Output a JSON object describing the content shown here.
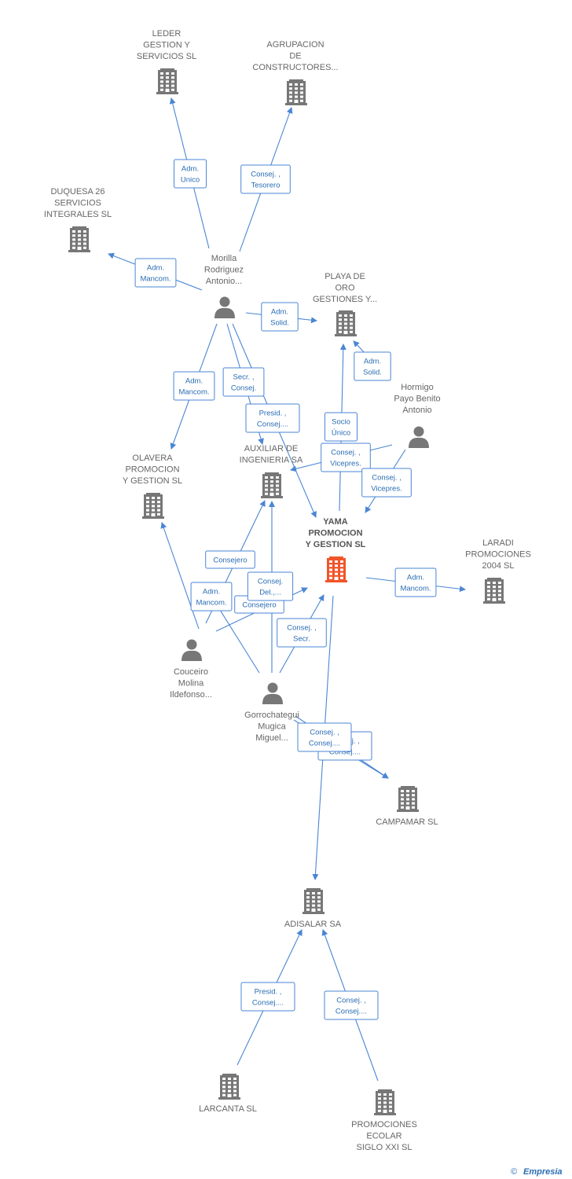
{
  "colors": {
    "edge": "#4a86d4",
    "node": "#777777",
    "focus": "#f0552a",
    "label_text": "#666666",
    "edge_label_text": "#2a6db3",
    "edge_label_border": "#4a86d4"
  },
  "nodes": [
    {
      "id": "leder",
      "kind": "company",
      "lines": [
        "LEDER",
        "GESTION Y",
        "SERVICIOS SL"
      ]
    },
    {
      "id": "agrupacion",
      "kind": "company",
      "lines": [
        "AGRUPACION",
        "DE",
        "CONSTRUCTORES..."
      ]
    },
    {
      "id": "duquesa",
      "kind": "company",
      "lines": [
        "DUQUESA 26",
        "SERVICIOS",
        "INTEGRALES SL"
      ]
    },
    {
      "id": "morilla",
      "kind": "person",
      "lines": [
        "Morilla",
        "Rodriguez",
        "Antonio..."
      ]
    },
    {
      "id": "playa",
      "kind": "company",
      "lines": [
        "PLAYA DE",
        "ORO",
        "GESTIONES Y..."
      ]
    },
    {
      "id": "hormigo",
      "kind": "person",
      "lines": [
        "Hormigo",
        "Payo Benito",
        "Antonio"
      ]
    },
    {
      "id": "olavera",
      "kind": "company",
      "lines": [
        "OLAVERA",
        "PROMOCION",
        "Y GESTION SL"
      ]
    },
    {
      "id": "auxiliar",
      "kind": "company",
      "lines": [
        "AUXILIAR DE",
        "INGENIERIA SA"
      ]
    },
    {
      "id": "yama",
      "kind": "focus",
      "lines": [
        "YAMA",
        "PROMOCION",
        "Y GESTION SL"
      ]
    },
    {
      "id": "laradi",
      "kind": "company",
      "lines": [
        "LARADI",
        "PROMOCIONES",
        "2004 SL"
      ]
    },
    {
      "id": "couceiro",
      "kind": "person",
      "lines": [
        "Couceiro",
        "Molina",
        "Ildefonso..."
      ]
    },
    {
      "id": "gorrochategui",
      "kind": "person",
      "lines": [
        "Gorrochategui",
        "Mugica",
        "Miguel..."
      ]
    },
    {
      "id": "campamar",
      "kind": "company",
      "lines": [
        "CAMPAMAR SL"
      ]
    },
    {
      "id": "adisalar",
      "kind": "company",
      "lines": [
        "ADISALAR SA"
      ]
    },
    {
      "id": "larcanta",
      "kind": "company",
      "lines": [
        "LARCANTA SL"
      ]
    },
    {
      "id": "ecolar",
      "kind": "company",
      "lines": [
        "PROMOCIONES",
        "ECOLAR",
        "SIGLO XXI SL"
      ]
    }
  ],
  "edges": [
    {
      "from": "morilla",
      "to": "leder",
      "label": [
        "Adm.",
        "Unico"
      ]
    },
    {
      "from": "morilla",
      "to": "agrupacion",
      "label": [
        "Consej. ,",
        "Tesorero"
      ]
    },
    {
      "from": "morilla",
      "to": "duquesa",
      "label": [
        "Adm.",
        "Mancom."
      ]
    },
    {
      "from": "morilla",
      "to": "playa",
      "label": [
        "Adm.",
        "Solid."
      ]
    },
    {
      "from": "morilla",
      "to": "olavera",
      "label": [
        "Adm.",
        "Mancom."
      ]
    },
    {
      "from": "morilla",
      "to": "auxiliar",
      "label": [
        "Secr. ,",
        "Consej."
      ]
    },
    {
      "from": "morilla",
      "to": "yama",
      "label": [
        "Presid. ,",
        "Consej...."
      ]
    },
    {
      "from": "hormigo",
      "to": "playa",
      "label": [
        "Adm.",
        "Solid."
      ]
    },
    {
      "from": "yama",
      "to": "playa",
      "label": [
        "Socio",
        "Único"
      ]
    },
    {
      "from": "hormigo",
      "to": "auxiliar",
      "label": [
        "Consej. ,",
        "Vicepres."
      ]
    },
    {
      "from": "hormigo",
      "to": "yama",
      "label": [
        "Consej. ,",
        "Vicepres."
      ]
    },
    {
      "from": "yama",
      "to": "laradi",
      "label": [
        "Adm.",
        "Mancom."
      ]
    },
    {
      "from": "couceiro",
      "to": "olavera",
      "label": [
        "Adm.",
        "Mancom."
      ]
    },
    {
      "from": "couceiro",
      "to": "auxiliar",
      "label": [
        "Consejero"
      ]
    },
    {
      "from": "couceiro",
      "to": "yama",
      "label": [
        "Consejero"
      ]
    },
    {
      "from": "gorrochategui",
      "to": "auxiliar",
      "label": [
        "Consej.",
        "Del.,..."
      ]
    },
    {
      "from": "gorrochategui",
      "to": "yama",
      "label": [
        "Consej. ,",
        "Secr."
      ]
    },
    {
      "from": "gorrochategui",
      "to": "olavera",
      "label": []
    },
    {
      "from": "gorrochategui",
      "to": "campamar",
      "label": [
        "Consej. ,",
        "Consej...."
      ]
    },
    {
      "from": "gorrochategui",
      "to": "campamar",
      "label": [
        "Consej. ,",
        "Consej...."
      ]
    },
    {
      "from": "yama",
      "to": "adisalar",
      "label": []
    },
    {
      "from": "larcanta",
      "to": "adisalar",
      "label": [
        "Presid. ,",
        "Consej...."
      ]
    },
    {
      "from": "ecolar",
      "to": "adisalar",
      "label": [
        "Consej. ,",
        "Consej...."
      ]
    }
  ],
  "watermark": {
    "symbol": "©",
    "brand": "Empresia"
  }
}
